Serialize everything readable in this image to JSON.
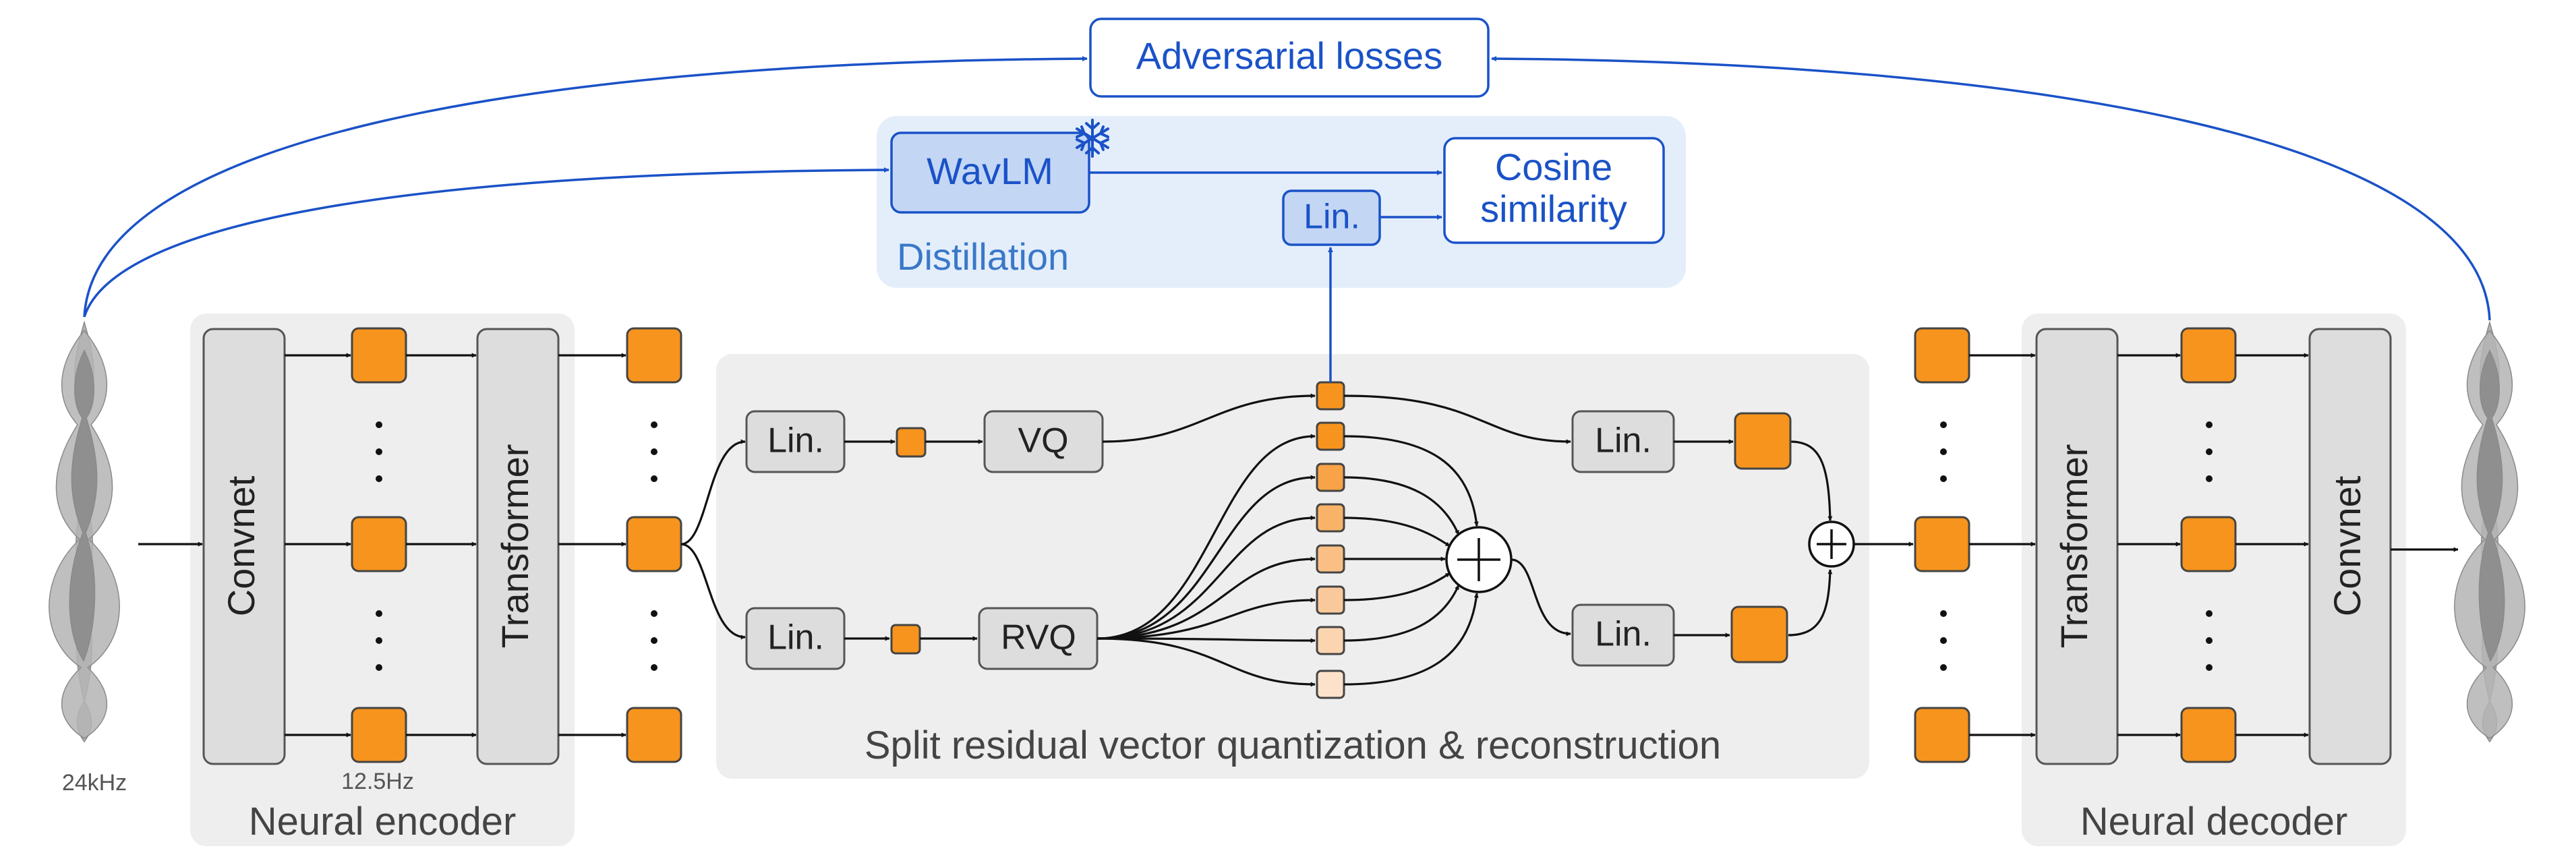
{
  "encoder": {
    "panel_label": "Neural encoder",
    "convnet_label": "Convnet",
    "transformer_label": "Transformer",
    "input_rate": "24kHz",
    "frame_rate": "12.5Hz"
  },
  "quantization": {
    "panel_label": "Split residual vector quantization & reconstruction",
    "lin_label": "Lin.",
    "vq_label": "VQ",
    "rvq_label": "RVQ"
  },
  "decoder": {
    "panel_label": "Neural decoder",
    "transformer_label": "Transformer",
    "convnet_label": "Convnet"
  },
  "distillation": {
    "panel_label": "Distillation",
    "wavlm_label": "WavLM",
    "lin_label": "Lin.",
    "cosine_line1": "Cosine",
    "cosine_line2": "similarity",
    "frozen_icon": "snowflake-icon"
  },
  "adversarial": {
    "label": "Adversarial losses"
  },
  "colors": {
    "orange": "#f7941d",
    "blue": "#1a52c7",
    "panel_gray": "#eeeeee",
    "block_gray": "#dddddd",
    "distill_bg": "#e4eefb"
  }
}
